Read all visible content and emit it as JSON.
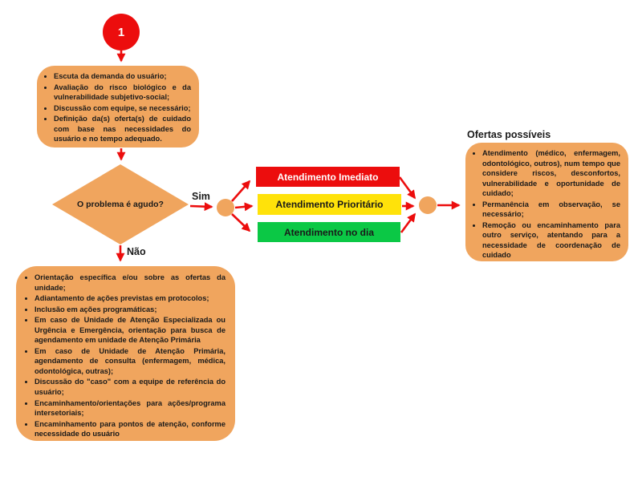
{
  "colors": {
    "node_orange": "#f0a55e",
    "arrow_red": "#ec0d0d",
    "pathway_red": "#ec0d0d",
    "pathway_yellow": "#ffe20a",
    "pathway_green": "#0bc845",
    "background": "#ffffff"
  },
  "start_node": {
    "label": "1"
  },
  "assessment_box": {
    "bullets": [
      "Escuta da demanda do usuário;",
      "Avaliação do risco biológico e da vulnerabilidade subjetivo-social;",
      "Discussão com equipe, se necessário;",
      "Definição da(s) oferta(s) de cuidado com base nas necessidades do usuário e no tempo adequado."
    ]
  },
  "decision_node": {
    "question": "O problema é agudo?",
    "yes_label": "Sim",
    "no_label": "Não"
  },
  "acute_pathways": [
    {
      "label": "Atendimento Imediato",
      "fill": "#ec0d0d",
      "text": "#ffffff"
    },
    {
      "label": "Atendimento Prioritário",
      "fill": "#ffe20a",
      "text": "#1a1a1a"
    },
    {
      "label": "Atendimento no dia",
      "fill": "#0bc845",
      "text": "#1a1a1a"
    }
  ],
  "offers_box": {
    "title": "Ofertas possíveis",
    "bullets": [
      "Atendimento (médico, enfermagem, odontológico, outros), num tempo que considere riscos, desconfortos, vulnerabilidade e oportunidade de cuidado;",
      "Permanência em observação, se necessário;",
      "Remoção ou encaminhamento para outro serviço, atentando para a necessidade de coordenação de cuidado"
    ]
  },
  "non_acute_box": {
    "bullets": [
      "Orientação específica e/ou sobre as ofertas da unidade;",
      "Adiantamento de ações previstas em protocolos;",
      "Inclusão em ações programáticas;",
      "Em caso de Unidade de Atenção Especializada ou Urgência e Emergência, orientação para busca de agendamento em unidade de Atenção Primária",
      "Em caso de Unidade de Atenção Primária, agendamento de consulta (enfermagem, médica, odontológica, outras);",
      "Discussão do \"caso\" com a equipe de referência do usuário;",
      "Encaminhamento/orientações para ações/programa intersetoriais;",
      "Encaminhamento para pontos de atenção, conforme necessidade do usuário"
    ]
  }
}
